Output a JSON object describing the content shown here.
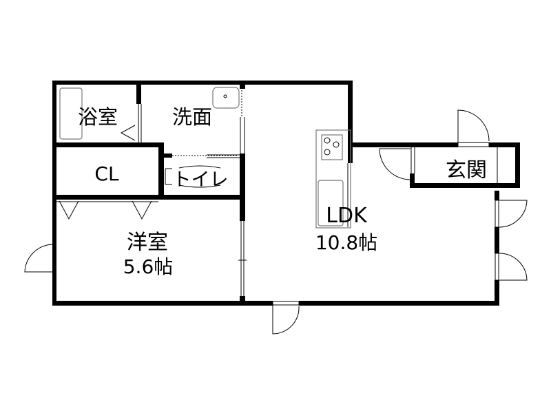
{
  "rooms": {
    "bath": "浴室",
    "washroom": "洗面",
    "closet": "CL",
    "toilet": "トイレ",
    "western_room": "洋室",
    "western_room_size": "5.6帖",
    "ldk": "LDK",
    "ldk_size": "10.8帖",
    "entrance": "玄関"
  }
}
